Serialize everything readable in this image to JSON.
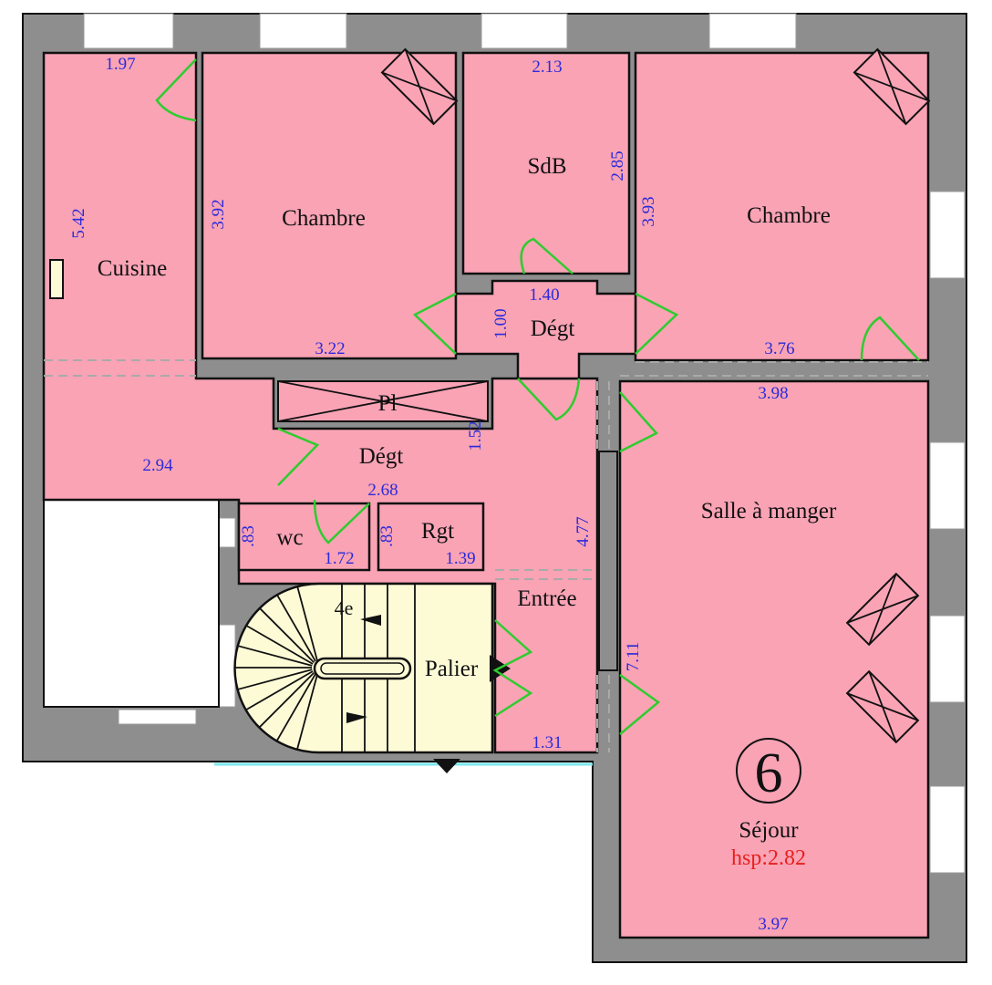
{
  "plan": {
    "floor_number": "6",
    "ceiling_height": "hsp:2.82",
    "colors": {
      "room": "#f9a3b5",
      "wall": "#8e8e8e",
      "stair": "#fdfbd6",
      "door": "#2ecc2e",
      "dimension": "#2a2adb",
      "height": "#e8201c"
    },
    "rooms": {
      "cuisine": "Cuisine",
      "chambre1": "Chambre",
      "sdb": "SdB",
      "chambre2": "Chambre",
      "degt_top": "Dégt",
      "placard": "Pl",
      "degt": "Dégt",
      "wc": "wc",
      "rgt": "Rgt",
      "entree": "Entrée",
      "palier": "Palier",
      "stair_floor": "4e",
      "salle_a_manger": "Salle à manger",
      "sejour": "Séjour"
    },
    "dimensions": {
      "cuisine_w": "1.97",
      "cuisine_h": "5.42",
      "chambre1_h": "3.92",
      "chambre1_w": "3.22",
      "sdb_w": "2.13",
      "sdb_h": "2.85",
      "chambre2_h": "3.93",
      "chambre2_w": "3.76",
      "degt_top_w": "1.40",
      "degt_top_h": "1.00",
      "sejour_top": "3.98",
      "degt_w": "2.94",
      "degt_h": "1.52",
      "degt_w2": "2.68",
      "wc_h": ".83",
      "wc_w": "1.72",
      "rgt_h": ".83",
      "rgt_w": "1.39",
      "entree_h": "4.77",
      "entree_w": "1.31",
      "sejour_h": "7.11",
      "sejour_w": "3.97"
    }
  }
}
